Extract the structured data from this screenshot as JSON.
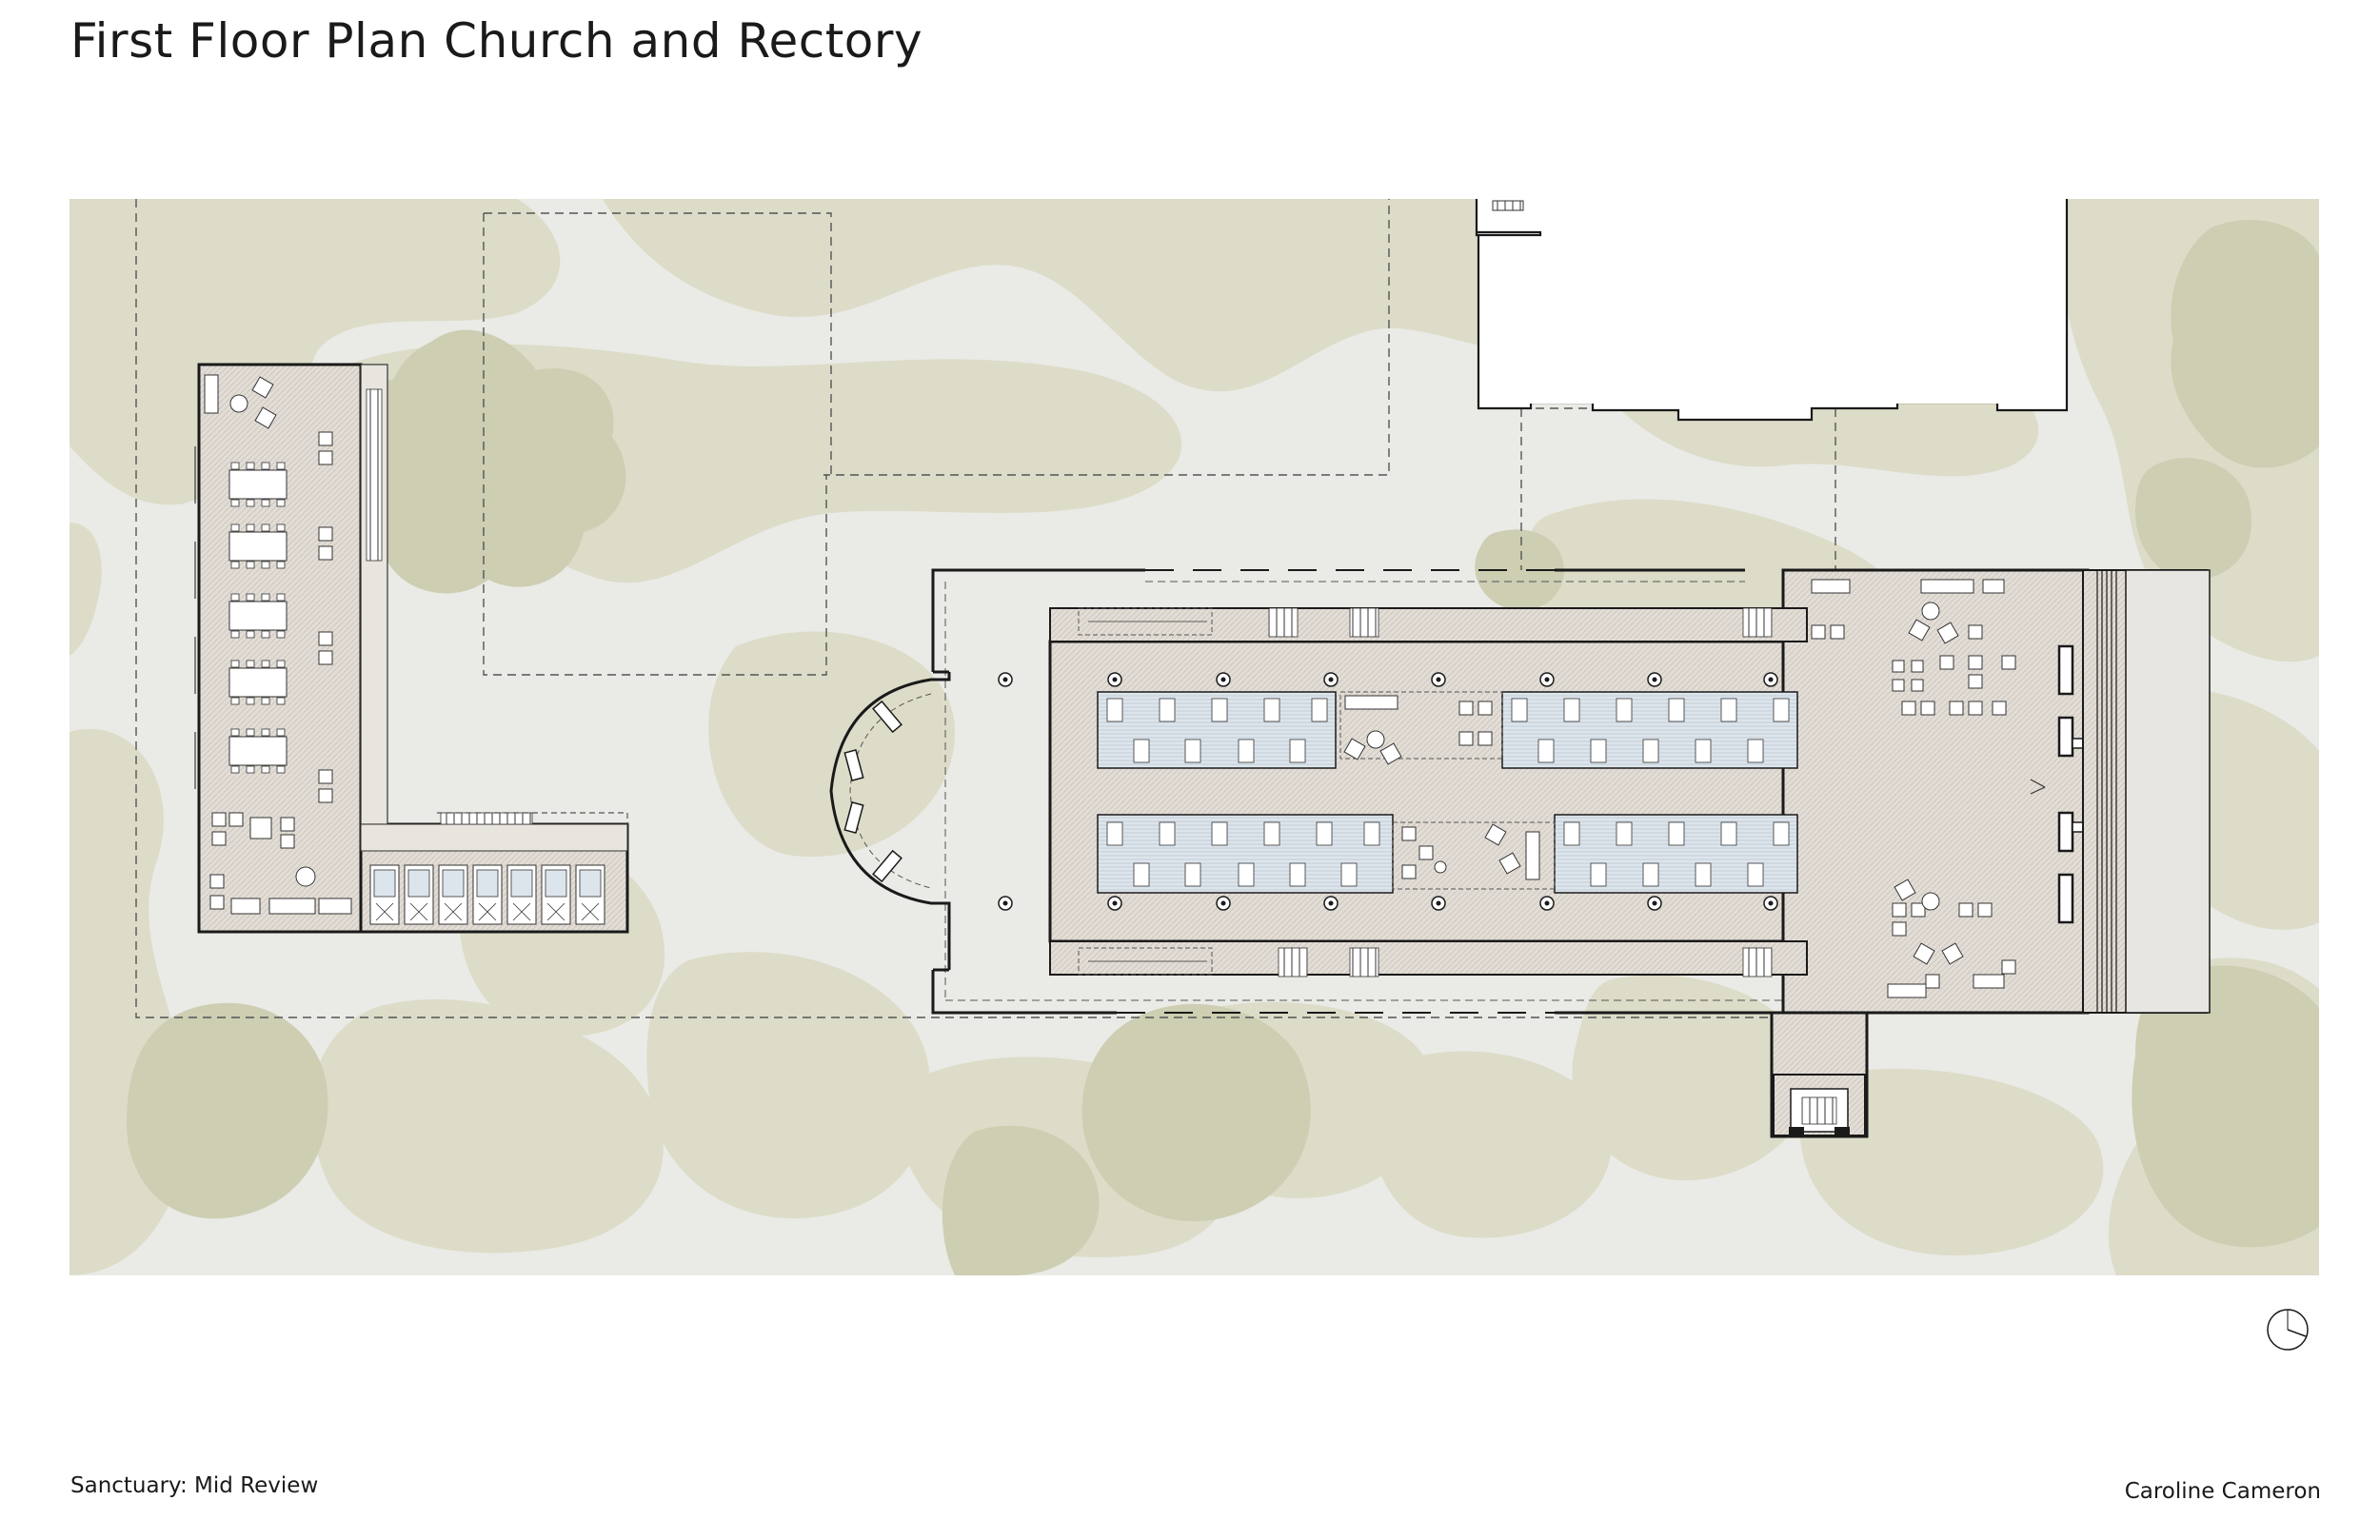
{
  "sheet": {
    "title": "First Floor Plan Church and Rectory",
    "project": "Sanctuary: Mid Review",
    "author": "Caroline Cameron"
  },
  "colors": {
    "paper": "#ffffff",
    "ground": "#eaeae6",
    "vegetation": "#dcdcc8",
    "tree": "#cdceb2",
    "floor": "#e2ddd6",
    "bed": "#dde5ec",
    "ink": "#1a1a1a"
  },
  "icons": {
    "north_arrow": "north-arrow-icon"
  }
}
